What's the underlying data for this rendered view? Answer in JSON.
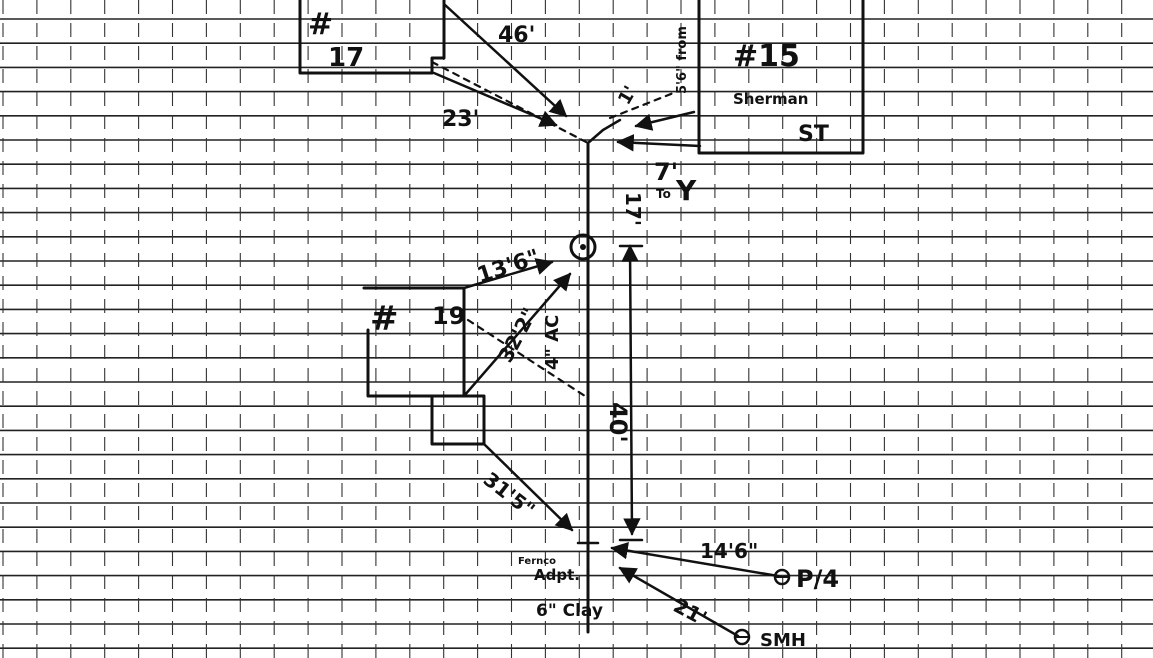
{
  "lot_17": {
    "hash": "#",
    "number": "17"
  },
  "lot_15": {
    "label": "#15",
    "street_line1": "Sherman",
    "street_line2": "ST"
  },
  "lot_19": {
    "hash": "#",
    "number": "19"
  },
  "measurements": {
    "tie_46": "46'",
    "tie_23": "23'",
    "wye_offset": "1'",
    "tie_5_6": "5'6\" from",
    "wye_7": "7'",
    "wye_to": "To",
    "wye_y": "Y",
    "riser_17": "17'",
    "tie_13_6": "13'6\"",
    "tie_32_2": "32'2\"",
    "pipe_ac": "4\" AC",
    "run_40": "40'",
    "tie_31_5": "31'5\"",
    "tie_14_6": "14'6\"",
    "tie_21": "21'"
  },
  "adapter": {
    "line1": "Fernco",
    "line2": "Adpt.",
    "pipe": "6\" Clay"
  },
  "markers": {
    "pole": "P/4",
    "manhole": "SMH"
  }
}
